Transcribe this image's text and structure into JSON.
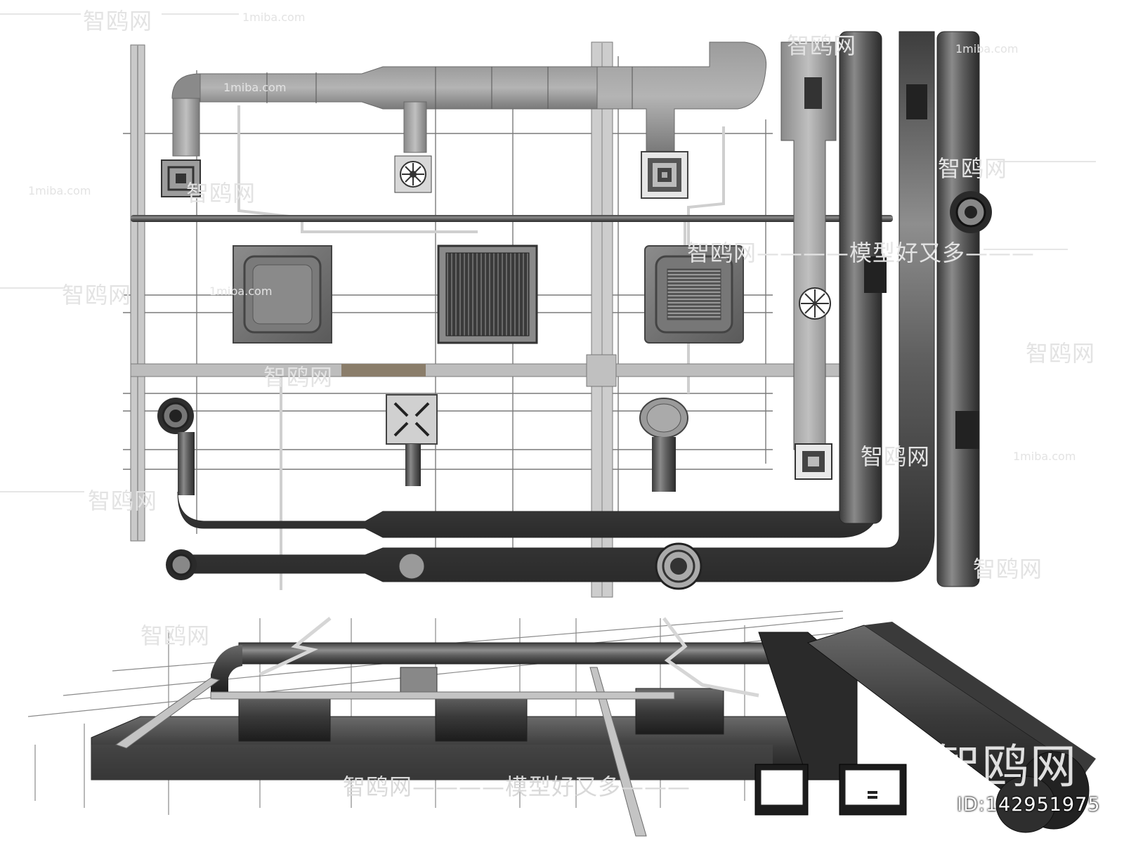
{
  "watermarks": {
    "site_cn": "智鸥网",
    "site_en": "1miba.com",
    "slogan": "智鸥网————模型好又多———"
  },
  "brand": {
    "logo_text": "智鸥网",
    "id_text": "ID:142951975"
  },
  "colors": {
    "background": "#ffffff",
    "duct_metal": "#5a5a5a",
    "duct_light": "#9a9a9a",
    "tray_metal": "#b5b5b5",
    "dark_pipe": "#3a3a3a"
  }
}
